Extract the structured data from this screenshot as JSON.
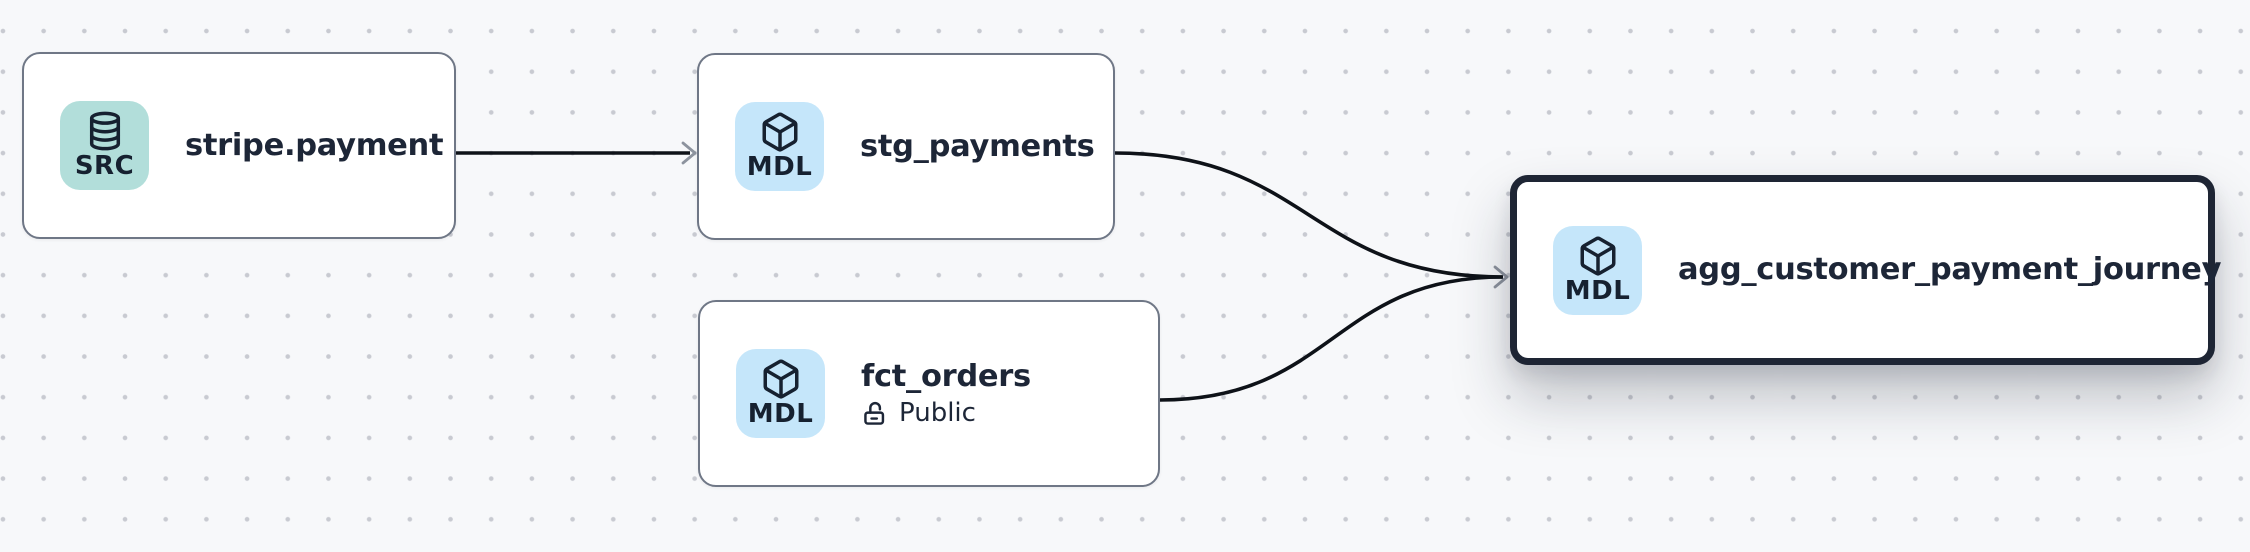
{
  "canvas": {
    "kind": "data-lineage-graph",
    "background_color": "#f7f8fa",
    "dot_grid_color": "#c8cad1"
  },
  "colors": {
    "node_fill": "#ffffff",
    "node_border": "#6f7786",
    "selected_node_border": "#1e2534",
    "title_text": "#1d2637",
    "edge_line": "#0e1218",
    "edge_arrowhead": "#8d939e",
    "source_badge_bg": "#b2deda",
    "model_badge_bg": "#c5e6fa",
    "badge_icon_color": "#162130"
  },
  "nodes": [
    {
      "id": "stripe.payment",
      "title": "stripe.payment",
      "type": "source",
      "badge": {
        "label": "SRC",
        "icon": "database-icon"
      },
      "selected": false
    },
    {
      "id": "stg_payments",
      "title": "stg_payments",
      "type": "model",
      "badge": {
        "label": "MDL",
        "icon": "cube-icon"
      },
      "selected": false
    },
    {
      "id": "fct_orders",
      "title": "fct_orders",
      "type": "model",
      "badge": {
        "label": "MDL",
        "icon": "cube-icon"
      },
      "subtitle": "Public",
      "subtitle_icon": "unlock-icon",
      "selected": false
    },
    {
      "id": "agg_customer_payment_journey",
      "title": "agg_customer_payment_journey",
      "type": "model",
      "badge": {
        "label": "MDL",
        "icon": "cube-icon"
      },
      "selected": true
    }
  ],
  "edges": [
    {
      "from": "stripe.payment",
      "to": "stg_payments"
    },
    {
      "from": "stg_payments",
      "to": "agg_customer_payment_journey"
    },
    {
      "from": "fct_orders",
      "to": "agg_customer_payment_journey"
    }
  ]
}
